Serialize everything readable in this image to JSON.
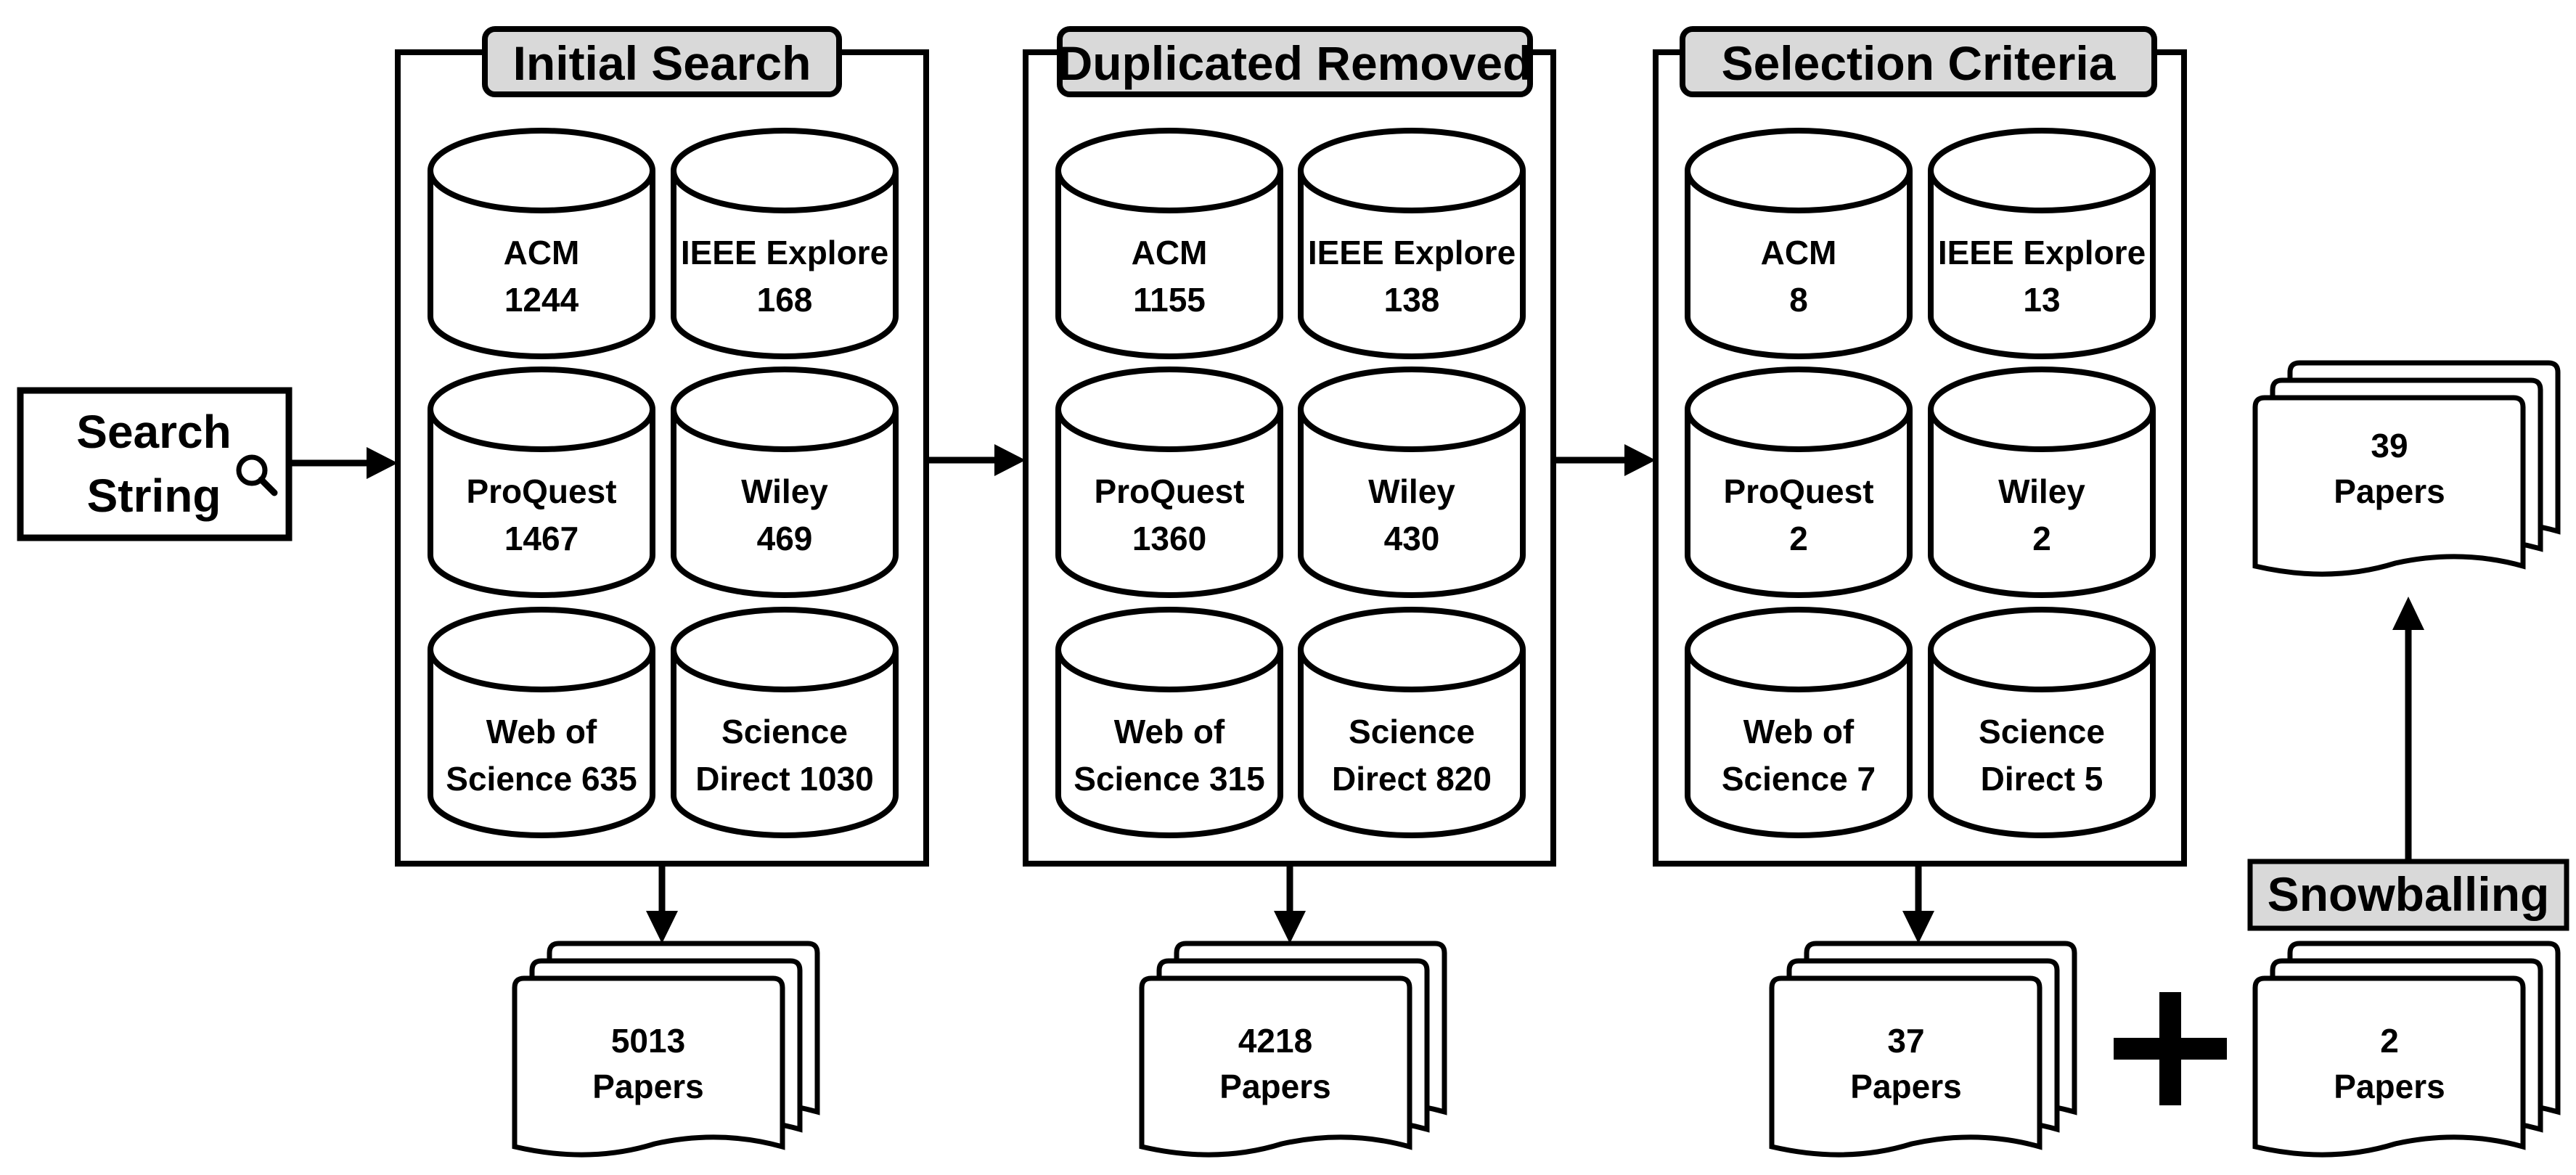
{
  "search": {
    "line1": "Search",
    "line2": "String",
    "icon": "magnifier-icon"
  },
  "stages": [
    {
      "title": "Initial Search",
      "databases": [
        {
          "name": "ACM",
          "count": "1244"
        },
        {
          "name": "IEEE Explore",
          "count": "168"
        },
        {
          "name": "ProQuest",
          "count": "1467"
        },
        {
          "name": "Wiley",
          "count": "469"
        },
        {
          "name": "Web of",
          "count": "Science 635"
        },
        {
          "name": "Science",
          "count": "Direct 1030"
        }
      ],
      "papers": {
        "count": "5013",
        "label": "Papers"
      }
    },
    {
      "title": "Duplicated Removed",
      "databases": [
        {
          "name": "ACM",
          "count": "1155"
        },
        {
          "name": "IEEE Explore",
          "count": "138"
        },
        {
          "name": "ProQuest",
          "count": "1360"
        },
        {
          "name": "Wiley",
          "count": "430"
        },
        {
          "name": "Web of",
          "count": "Science 315"
        },
        {
          "name": "Science",
          "count": "Direct 820"
        }
      ],
      "papers": {
        "count": "4218",
        "label": "Papers"
      }
    },
    {
      "title": "Selection Criteria",
      "databases": [
        {
          "name": "ACM",
          "count": "8"
        },
        {
          "name": "IEEE Explore",
          "count": "13"
        },
        {
          "name": "ProQuest",
          "count": "2"
        },
        {
          "name": "Wiley",
          "count": "2"
        },
        {
          "name": "Web of",
          "count": "Science 7"
        },
        {
          "name": "Science",
          "count": "Direct 5"
        }
      ],
      "papers": {
        "count": "37",
        "label": "Papers"
      }
    }
  ],
  "snowballing": {
    "title": "Snowballing",
    "papers": {
      "count": "2",
      "label": "Papers"
    }
  },
  "final": {
    "count": "39",
    "label": "Papers"
  },
  "colors": {
    "stroke": "#000000",
    "title_fill": "#d9d9d9",
    "background": "#ffffff"
  }
}
